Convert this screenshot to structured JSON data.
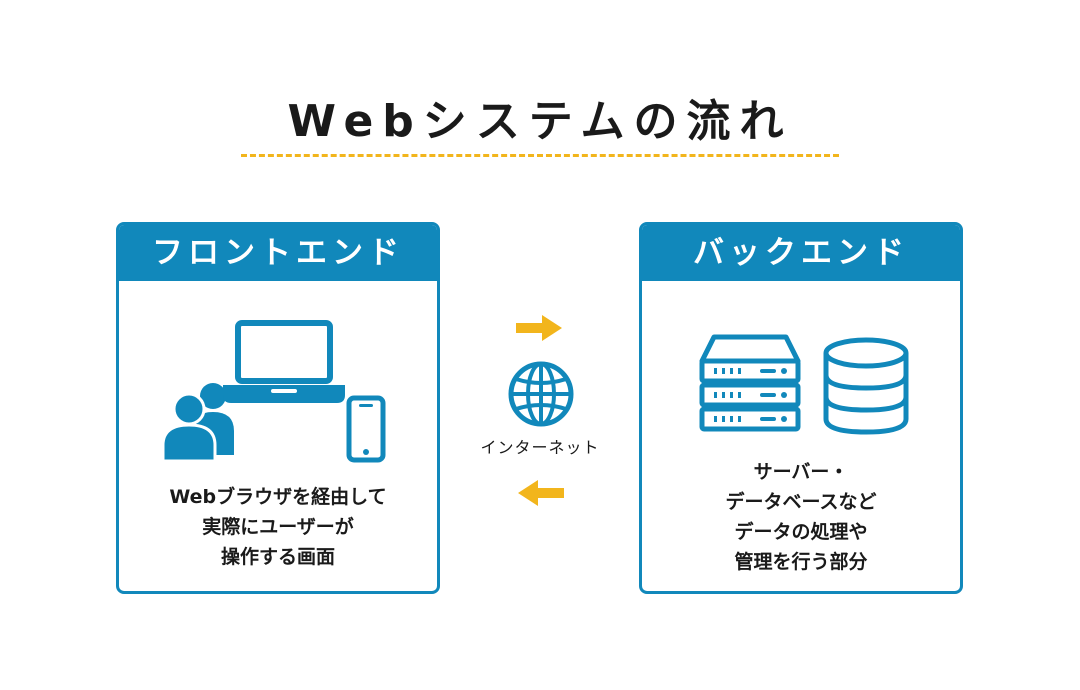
{
  "title": "Webシステムの流れ",
  "frontend": {
    "heading": "フロントエンド",
    "description_lines": [
      "Webブラウザを経由して",
      "実際にユーザーが",
      "操作する画面"
    ]
  },
  "backend": {
    "heading": "バックエンド",
    "description_lines": [
      "サーバー・",
      "データベースなど",
      "データの処理や",
      "管理を行う部分"
    ]
  },
  "middle": {
    "label": "インターネット"
  },
  "icons": {
    "users": "users-icon",
    "laptop": "laptop-icon",
    "smartphone": "smartphone-icon",
    "server": "server-icon",
    "database": "database-icon",
    "globe": "globe-icon",
    "arrow_right": "arrow-right-icon",
    "arrow_left": "arrow-left-icon"
  },
  "colors": {
    "primary": "#1188bb",
    "accent": "#f2b51c",
    "text": "#1a1a1a"
  }
}
